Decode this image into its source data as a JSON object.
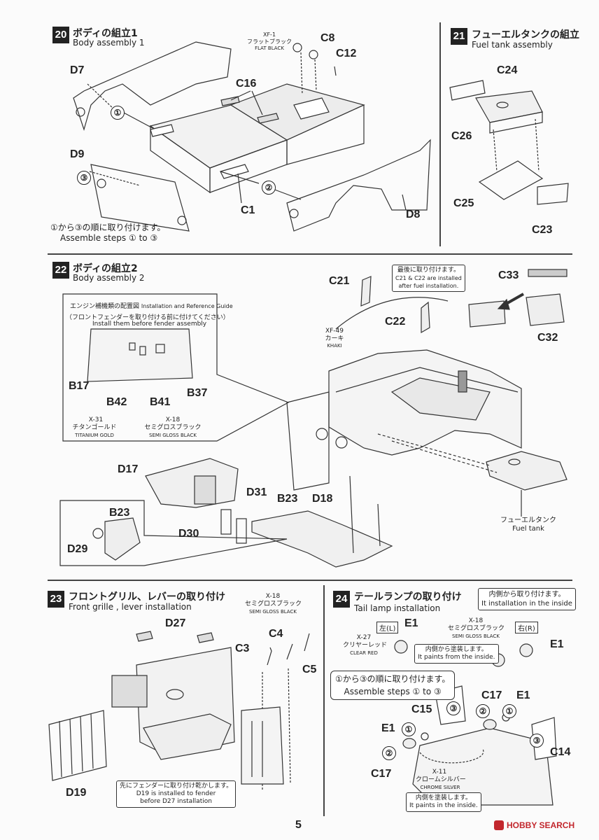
{
  "steps": {
    "s20": {
      "num": "20",
      "jp": "ボディの組立1",
      "en": "Body assembly 1",
      "paint": {
        "code": "XF-1",
        "jp": "フラットブラック",
        "en": "FLAT BLACK"
      },
      "parts": {
        "c8": "C8",
        "c12": "C12",
        "c16": "C16",
        "d7": "D7",
        "d9": "D9",
        "c1": "C1",
        "d8": "D8"
      },
      "note": {
        "jp_prefix": "①から③の順に取り付けます。",
        "en_prefix": "Assemble steps",
        "en_from": "①",
        "en_to_word": "to",
        "en_to": "③"
      }
    },
    "s21": {
      "num": "21",
      "jp": "フューエルタンクの組立",
      "en": "Fuel tank assembly",
      "parts": {
        "c24": "C24",
        "c26": "C26",
        "c25": "C25",
        "c23": "C23"
      }
    },
    "s22": {
      "num": "22",
      "jp": "ボディの組立2",
      "en": "Body assembly 2",
      "guide": {
        "title_jp": "エンジン補機類の配置図",
        "title_en": "Installation and Reference Guide",
        "sub_jp": "（フロントフェンダーを取り付ける前に付けてください）",
        "sub_en": "Install them before fender assembly",
        "parts": {
          "b17": "B17",
          "b42": "B42",
          "b41": "B41",
          "b37": "B37"
        },
        "paint1": {
          "code": "X-31",
          "jp": "チタンゴールド",
          "en": "TITANIUM GOLD"
        },
        "paint2": {
          "code": "X-18",
          "jp": "セミグロスブラック",
          "en": "SEMI GLOSS BLACK"
        }
      },
      "last_note": {
        "jp": "最後に取り付けます。",
        "en1": "C21 & C22 are installed",
        "en2": "after fuel installation."
      },
      "paint": {
        "code": "XF-49",
        "jp": "カーキ",
        "en": "KHAKI"
      },
      "tank_label": {
        "jp": "フューエルタンク",
        "en": "Fuel tank"
      },
      "parts": {
        "c21": "C21",
        "c22": "C22",
        "c33": "C33",
        "c32": "C32",
        "d17": "D17",
        "d31": "D31",
        "b23": "B23",
        "d18": "D18",
        "d30": "D30",
        "b23b": "B23",
        "d29": "D29"
      }
    },
    "s23": {
      "num": "23",
      "jp": "フロントグリル、レバーの取り付け",
      "en": "Front grille , lever installation",
      "paint": {
        "code": "X-18",
        "jp": "セミグロスブラック",
        "en": "SEMI GLOSS BLACK"
      },
      "parts": {
        "d27": "D27",
        "c3": "C3",
        "c4": "C4",
        "c5": "C5",
        "d19": "D19"
      },
      "note": {
        "jp": "先にフェンダーに取り付け乾かします。",
        "en1": "D19 is installed to fender",
        "en2": "before D27 installation"
      }
    },
    "s24": {
      "num": "24",
      "jp": "テールランプの取り付け",
      "en": "Tail lamp installation",
      "inside_note": {
        "jp": "内側から取り付けます。",
        "en": "It installation in the inside"
      },
      "left": "左(L)",
      "right": "右(R)",
      "paint_red": {
        "code": "X-27",
        "jp": "クリヤーレッド",
        "en": "CLEAR RED"
      },
      "paint_black": {
        "code": "X-18",
        "jp": "セミグロスブラック",
        "en": "SEMI GLOSS BLACK"
      },
      "paint_inside": {
        "jp": "内側から塗装します。",
        "en": "It paints from the inside."
      },
      "note": {
        "jp": "①から③の順に取り付けます。",
        "en_prefix": "Assemble steps",
        "en_from": "①",
        "en_to_word": "to",
        "en_to": "③"
      },
      "paint_chrome": {
        "code": "X-11",
        "jp": "クロームシルバー",
        "en": "CHROME SILVER"
      },
      "paint_inner": {
        "jp": "内側を塗装します。",
        "en": "It paints in the inside."
      },
      "parts": {
        "e1a": "E1",
        "e1b": "E1",
        "c15": "C15",
        "c17a": "C17",
        "e1c": "E1",
        "e1d": "E1",
        "c17b": "C17",
        "c14": "C14"
      }
    }
  },
  "circled": {
    "one": "①",
    "two": "②",
    "three": "③"
  },
  "page_number": "5",
  "watermark": "HOBBY SEARCH"
}
